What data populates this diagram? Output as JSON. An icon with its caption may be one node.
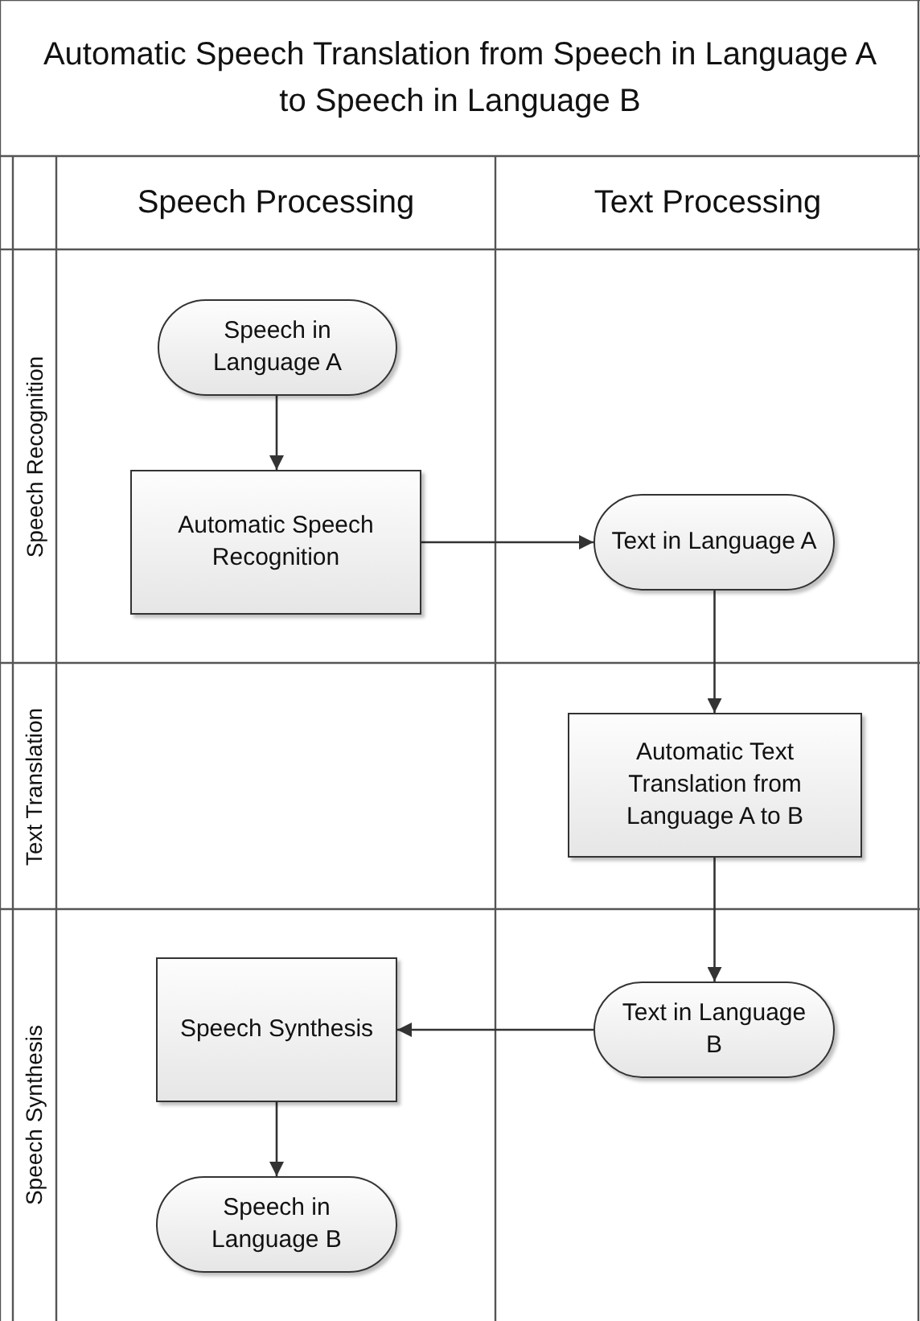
{
  "diagram": {
    "title": "Automatic Speech Translation from Speech in Language A to Speech in Language B",
    "nodes": [
      {
        "text": [
          "Speech Processing"
        ]
      },
      {
        "text": [
          "Text Processing"
        ]
      },
      {
        "text": [
          "Speech Recognition"
        ]
      },
      {
        "text": [
          "Text Translation"
        ]
      },
      {
        "text": [
          "Speech Synthesis"
        ]
      },
      {
        "text": [
          "Speech in Language A"
        ]
      },
      {
        "text": [
          "Automatic Speech Recognition"
        ]
      },
      {
        "text": [
          "Text in Language A"
        ]
      },
      {
        "text": [
          "Automatic Text Translation from Language A to B"
        ]
      },
      {
        "text": [
          "Text in Language B"
        ]
      },
      {
        "text": [
          "Speech Synthesis"
        ]
      },
      {
        "text": [
          "Speech in Language B"
        ]
      }
    ],
    "edges": [
      {
        "from": 5,
        "to": 6,
        "arrow": "to"
      },
      {
        "from": 6,
        "to": 7,
        "arrow": "to"
      },
      {
        "from": 7,
        "to": 8,
        "arrow": "to"
      },
      {
        "from": 8,
        "to": 9,
        "arrow": "to"
      },
      {
        "from": 9,
        "to": 10,
        "arrow": "to"
      },
      {
        "from": 10,
        "to": 11,
        "arrow": "to"
      }
    ]
  }
}
